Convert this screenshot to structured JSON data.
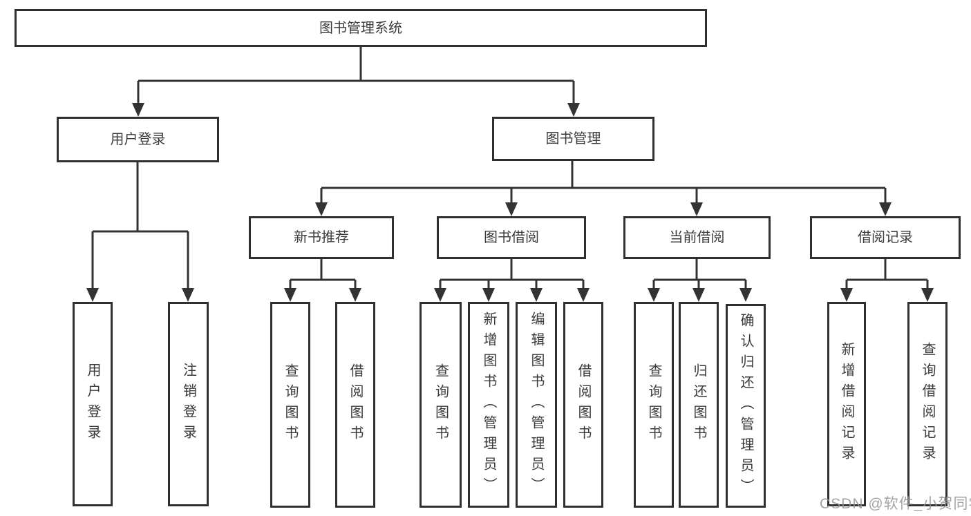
{
  "colors": {
    "background": "#ffffff",
    "box_border": "#2f2f2f",
    "connector_line": "#333333",
    "text": "#3b3b3b",
    "watermark_text": "#949494"
  },
  "tree": {
    "root": {
      "label": "图书管理系统"
    },
    "branches": [
      {
        "label": "用户登录",
        "children": [
          {
            "label": "用户登录"
          },
          {
            "label": "注销登录"
          }
        ]
      },
      {
        "label": "图书管理",
        "children": [
          {
            "label": "新书推荐",
            "children": [
              {
                "label": "查询图书"
              },
              {
                "label": "借阅图书"
              }
            ]
          },
          {
            "label": "图书借阅",
            "children": [
              {
                "label": "查询图书"
              },
              {
                "label": "新增图书（管理员）"
              },
              {
                "label": "编辑图书（管理员）"
              },
              {
                "label": "借阅图书"
              }
            ]
          },
          {
            "label": "当前借阅",
            "children": [
              {
                "label": "查询图书"
              },
              {
                "label": "归还图书"
              },
              {
                "label": "确认归还（管理员）"
              }
            ]
          },
          {
            "label": "借阅记录",
            "children": [
              {
                "label": "新增借阅记录"
              },
              {
                "label": "查询借阅记录"
              }
            ]
          }
        ]
      }
    ]
  },
  "watermark": {
    "text": "CSDN @软件_小贺同学"
  }
}
